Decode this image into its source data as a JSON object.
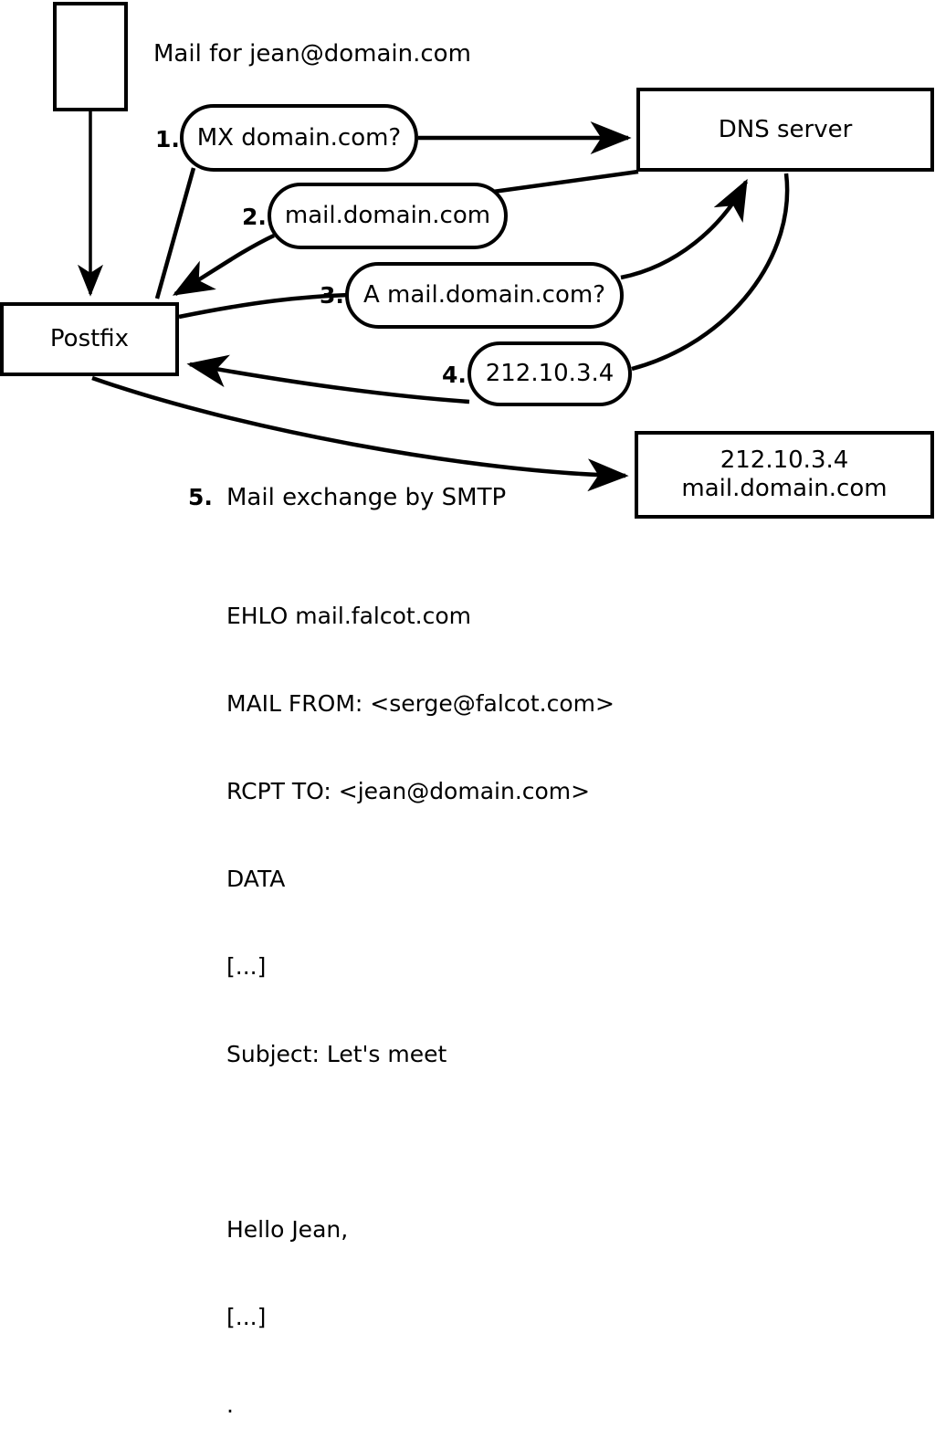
{
  "diagram": {
    "title_text": "Mail for jean@domain.com",
    "nodes": {
      "source_box": {
        "label": ""
      },
      "postfix": {
        "label": "Postfix"
      },
      "dns_server": {
        "label": "DNS server"
      },
      "mail_server": {
        "line1": "212.10.3.4",
        "line2": "mail.domain.com"
      }
    },
    "steps": [
      {
        "num": "1.",
        "label": "MX domain.com?"
      },
      {
        "num": "2.",
        "label": "mail.domain.com"
      },
      {
        "num": "3.",
        "label": "A mail.domain.com?"
      },
      {
        "num": "4.",
        "label": "212.10.3.4"
      },
      {
        "num": "5.",
        "label": "Mail exchange by SMTP"
      }
    ],
    "smtp_transcript": [
      "EHLO mail.falcot.com",
      "MAIL FROM: <serge@falcot.com>",
      "RCPT TO: <jean@domain.com>",
      "DATA",
      "[...]",
      "Subject: Let's meet",
      "",
      "Hello Jean,",
      "[...]",
      "."
    ],
    "colors": {
      "stroke": "#000000",
      "fill": "#ffffff"
    }
  }
}
